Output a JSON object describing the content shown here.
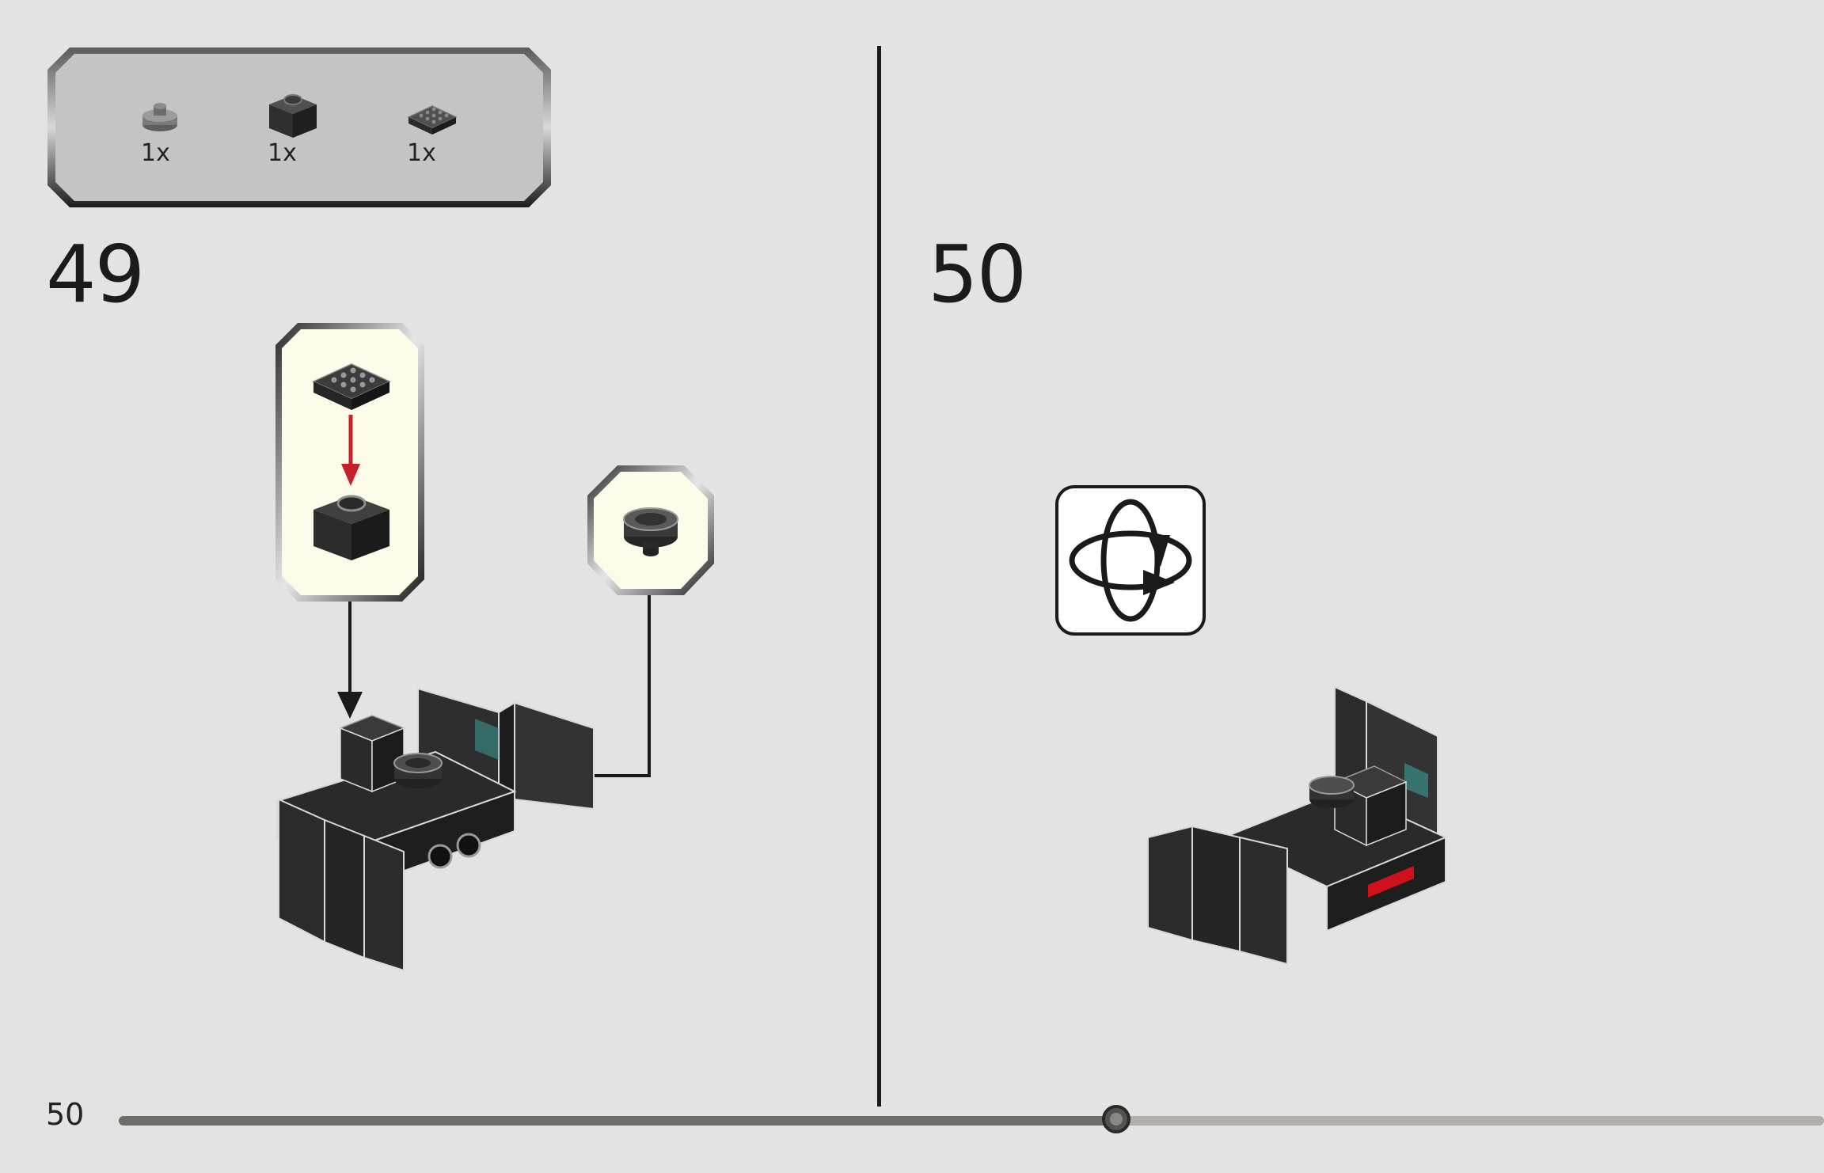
{
  "page": {
    "number": "50",
    "progress_fraction": 0.585
  },
  "parts_list": {
    "items": [
      {
        "name": "round-plate-icon",
        "qty": "1x"
      },
      {
        "name": "brick-1x1-icon",
        "qty": "1x"
      },
      {
        "name": "plate-2x3-icon",
        "qty": "1x"
      }
    ]
  },
  "steps": [
    {
      "number": "49"
    },
    {
      "number": "50"
    }
  ],
  "colors": {
    "background": "#e3e3e3",
    "panel": "#c4c4c4",
    "callout": "#fcfae8",
    "brick": "#2b2b2b",
    "arrow_red": "#c8202a",
    "accent_red": "#d0101a",
    "accent_teal": "#3aa7a0"
  }
}
